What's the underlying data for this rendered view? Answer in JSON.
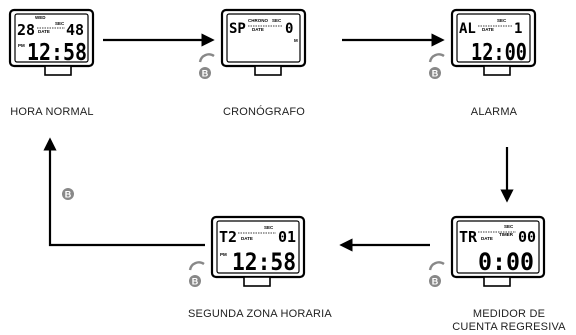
{
  "captions": {
    "hora_normal": "HORA NORMAL",
    "cronografo": "CRONÓGRAFO",
    "alarma": "ALARMA",
    "segunda_zona": "SEGUNDA ZONA HORARIA",
    "medidor_line1": "MEDIDOR DE",
    "medidor_line2": "CUENTA REGRESIVA"
  },
  "button_label": "B",
  "watches": {
    "hora_normal": {
      "day": "WED",
      "top_left": "28",
      "top_right": "48",
      "sec": "SEC",
      "date": "DATE",
      "pm": "PM",
      "main": "12:58"
    },
    "cronografo": {
      "top_left": "SP",
      "chrono": "CHRONO",
      "sec": "SEC",
      "top_right": "0",
      "date": "DATE",
      "bottom_mark": "M"
    },
    "alarma": {
      "top_left": "AL",
      "sec": "SEC",
      "top_right": "1",
      "date": "DATE",
      "main": "12:00"
    },
    "segunda_zona": {
      "top_left": "T2",
      "sec": "SEC",
      "top_right": "01",
      "date": "DATE",
      "pm": "PM",
      "main": "12:58"
    },
    "medidor": {
      "top_left": "TR",
      "sec": "SEC",
      "timer": "TIMER",
      "top_right": "00",
      "date": "DATE",
      "main": "0:00"
    }
  }
}
